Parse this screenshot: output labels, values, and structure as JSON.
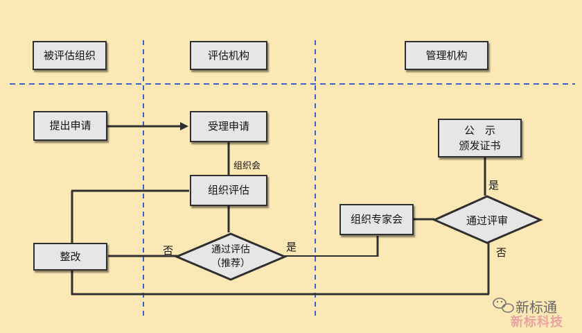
{
  "lanes": {
    "evaluated_org": "被评估组织",
    "evaluation_agency": "评估机构",
    "management_agency": "管理机构"
  },
  "nodes": {
    "submit_application": "提出申请",
    "accept_application": "受理申请",
    "organize_evaluation": "组织评估",
    "pass_evaluation": "通过评估\n（推荐）",
    "rectify": "整改",
    "organize_expert_meeting": "组织专家会",
    "pass_review": "通过评审",
    "publicize_certificate": "公　示\n颁发证书"
  },
  "edge_labels": {
    "organize_meeting": "组织会",
    "no_left": "否",
    "yes_mid": "是",
    "yes_right": "是",
    "no_right": "否"
  },
  "watermark": {
    "line1": "新标通",
    "line2": "新标科技"
  },
  "colors": {
    "background": "#fbe8b4",
    "box_fill": "#e6e6e6",
    "line": "#2f2f2f",
    "divider": "#3a5fc8"
  }
}
